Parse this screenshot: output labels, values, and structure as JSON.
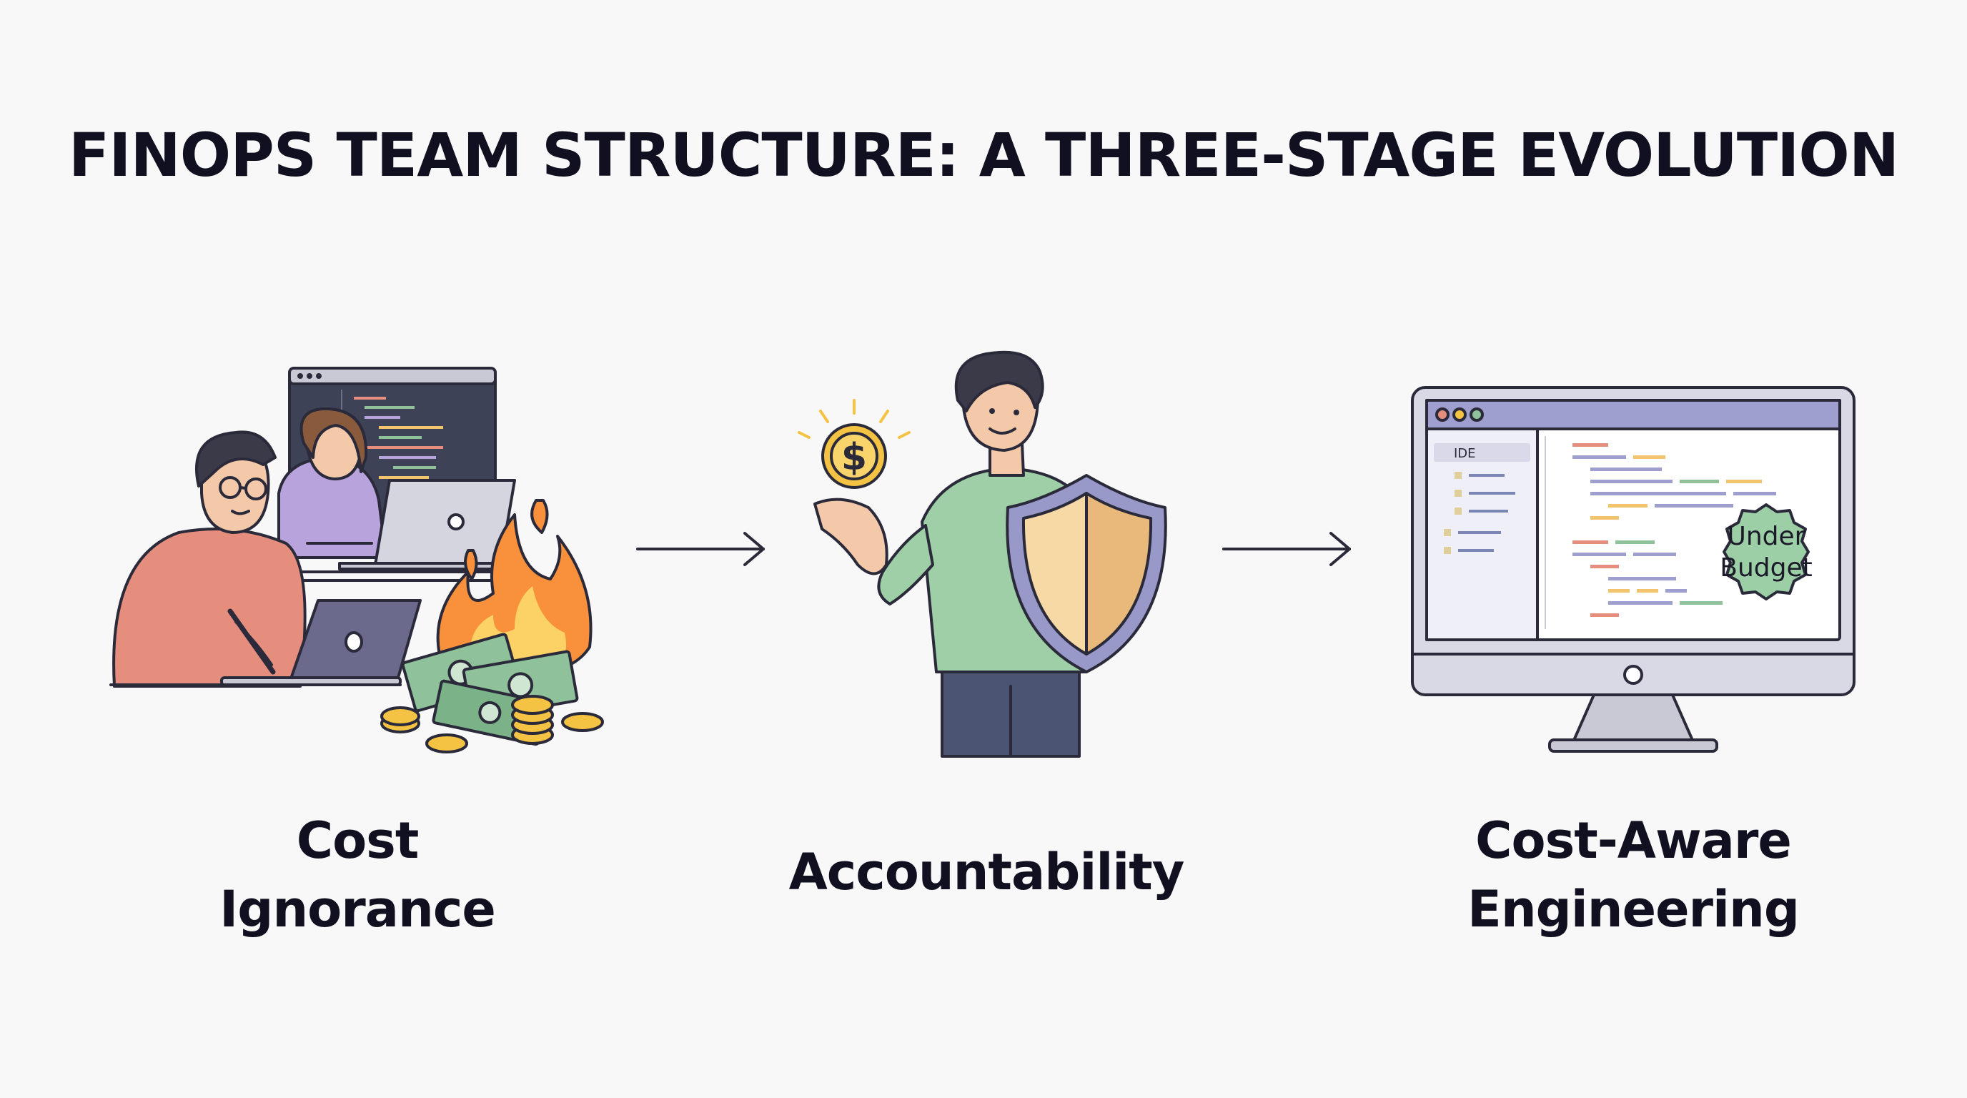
{
  "title": "FINOPS TEAM STRUCTURE: A THREE-STAGE EVOLUTION",
  "stages": [
    {
      "label_lines": [
        "Cost",
        "Ignorance"
      ],
      "icon": "developers-burning-money-icon"
    },
    {
      "label_lines": [
        "Accountability"
      ],
      "icon": "person-with-shield-and-coin-icon"
    },
    {
      "label_lines": [
        "Cost-Aware",
        "Engineering"
      ],
      "icon": "monitor-ide-under-budget-icon"
    }
  ],
  "coin_symbol": "$",
  "ide_label": "IDE",
  "badge_lines": [
    "Under",
    "Budget"
  ],
  "colors": {
    "ink": "#2a2a3a",
    "shirt_red": "#e58e7e",
    "shirt_purple": "#b9a3dc",
    "shirt_green": "#9fcfa7",
    "shield_outer": "#9999c9",
    "shield_left": "#f7d9a6",
    "shield_right": "#e8b97a",
    "coin": "#f5c344",
    "flame": "#f9913c",
    "cash": "#8fc29a",
    "badge": "#9ccfa5",
    "monitor": "#d9d9e6"
  }
}
